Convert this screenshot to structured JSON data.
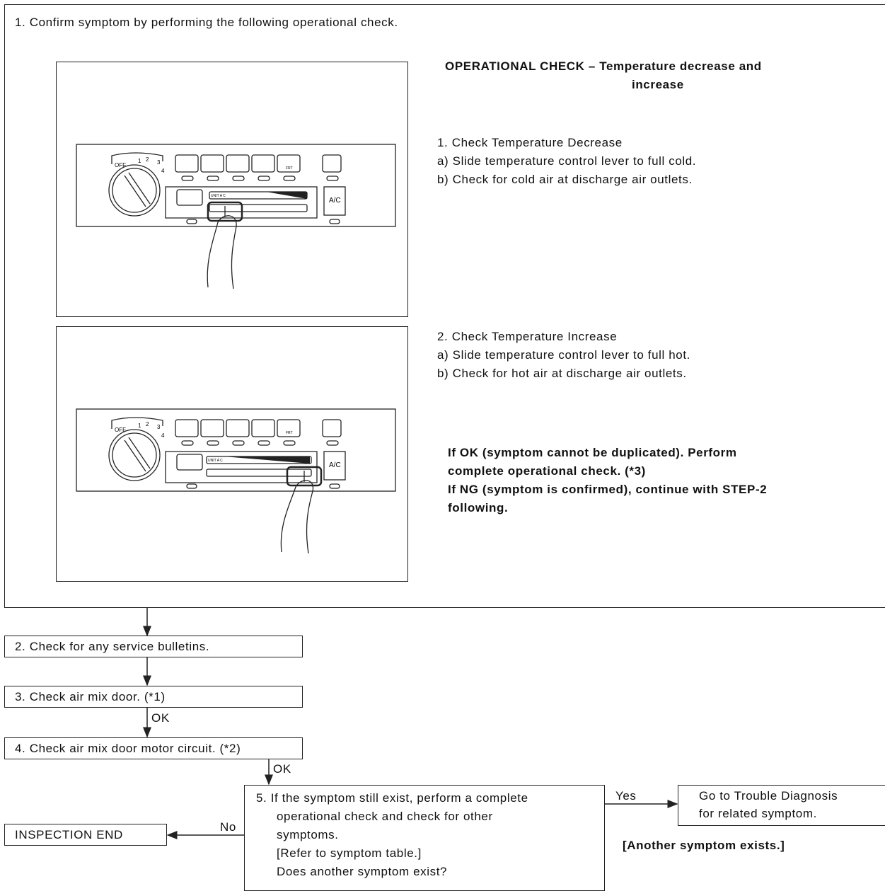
{
  "step1": {
    "title": "1. Confirm symptom by performing the following operational check.",
    "heading_line1": "OPERATIONAL CHECK – Temperature decrease and",
    "heading_line2": "increase",
    "decrease": {
      "title": "1. Check Temperature Decrease",
      "a": "a) Slide temperature control lever to full cold.",
      "b": "b) Check for cold air at discharge air outlets."
    },
    "increase": {
      "title": "2. Check Temperature Increase",
      "a": "a) Slide temperature control lever to full hot.",
      "b": "b) Check for hot air at discharge air outlets."
    },
    "result_lines": [
      "If OK (symptom cannot be duplicated). Perform",
      "complete operational check. (*3)",
      "If NG (symptom is confirmed), continue with STEP-2",
      "following."
    ]
  },
  "panel": {
    "fan_off": "OFF",
    "fan_1": "1",
    "fan_2": "2",
    "fan_3": "3",
    "fan_4": "4",
    "ac_label": "A/C",
    "frt_label": "FRT",
    "mini_label": "UNIT A C"
  },
  "step2": "2. Check for any service bulletins.",
  "step3": "3. Check air mix door. (*1)",
  "step4": "4. Check air mix door motor circuit. (*2)",
  "ok_label": "OK",
  "step5_lines": [
    "5. If the symptom still exist, perform a complete",
    "operational check and check for other",
    "symptoms.",
    "[Refer to symptom table.]",
    "Does another symptom exist?"
  ],
  "yes_label": "Yes",
  "no_label": "No",
  "inspection_end": "INSPECTION END",
  "goto_lines": [
    "Go to Trouble Diagnosis",
    "for related symptom."
  ],
  "another_symptom": "[Another symptom exists.]"
}
